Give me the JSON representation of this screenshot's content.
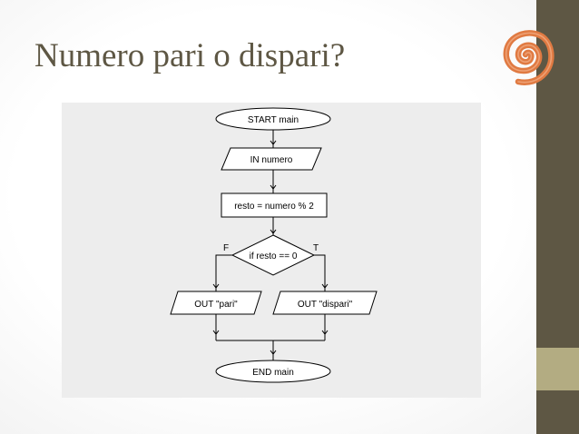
{
  "slide": {
    "title": "Numero pari o dispari?",
    "colors": {
      "title": "#5e5744",
      "sidebar": "#5e5744",
      "sidebar_accent": "#b3ac82",
      "logo": "#e07a42",
      "diagram_background": "#ededed"
    },
    "logo_icon": "spiral-logo-icon"
  },
  "flowchart": {
    "start": "START main",
    "input": "IN numero",
    "assignment": "resto = numero % 2",
    "decision": "if resto == 0",
    "false_label": "F",
    "true_label": "T",
    "output_false": "OUT \"pari\"",
    "output_true": "OUT \"dispari\"",
    "end": "END main"
  }
}
